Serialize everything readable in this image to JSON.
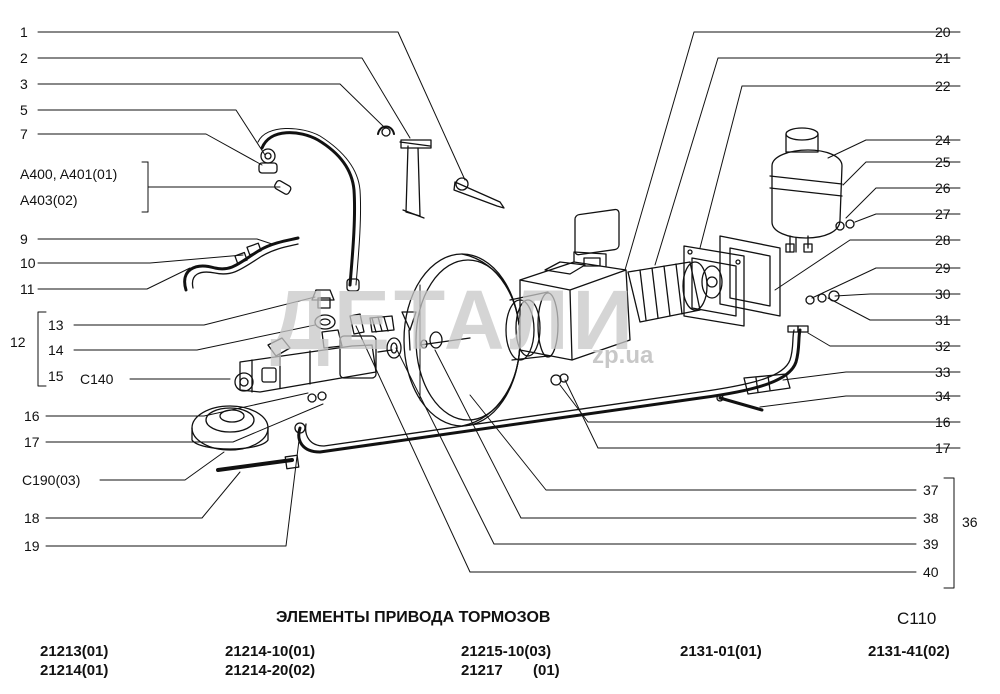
{
  "left_labels": [
    "1",
    "2",
    "3",
    "5",
    "7",
    "A400, A401(01)",
    "A403(02)",
    "9",
    "10",
    "11",
    "12",
    "13",
    "14",
    "15",
    "C140",
    "16",
    "17",
    "C190(03)",
    "18",
    "19"
  ],
  "right_labels": [
    "20",
    "21",
    "22",
    "24",
    "25",
    "26",
    "27",
    "28",
    "29",
    "30",
    "31",
    "32",
    "33",
    "34",
    "16",
    "17",
    "37",
    "38",
    "36",
    "39",
    "40"
  ],
  "title": "ЭЛЕМЕНТЫ ПРИВОДА ТОРМОЗОВ",
  "code": "C110",
  "models": [
    "21213(01)",
    "21214(01)",
    "21214-10(01)",
    "21214-20(02)",
    "21215-10(03)",
    "21217",
    "(01)",
    "2131-01(01)",
    "2131-41(02)"
  ],
  "watermark": {
    "main": "ДЕТАЛИ",
    "sub": "zp.ua"
  }
}
